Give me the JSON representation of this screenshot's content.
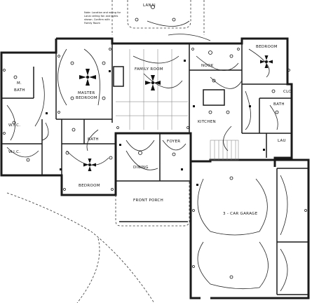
{
  "rooms": {
    "lanai": "LANAI",
    "bedroom_ne": "BEDROOM",
    "family_room": "FAMILY ROOM",
    "nook": "NOOK",
    "master_bedroom_1": "MASTER",
    "master_bedroom_2": "BEDROOM",
    "m_bath_1": "M.",
    "m_bath_2": "BATH",
    "wic_upper": "W.I.C.",
    "wic_lower": "W.I.C.",
    "kitchen": "KITCHEN",
    "bath_ne": "BATH",
    "clo": "CLO",
    "lau": "LAU",
    "foyer": "FOYER",
    "dining": "DINING",
    "bath_center": "BATH",
    "bedroom_sw": "BEDROOM",
    "front_porch": "FRONT PORCH",
    "garage": "3 - CAR GARAGE"
  },
  "note": [
    "Note: Location and wiring for",
    "Lanai ceiling fan and lights",
    "shown. Confirm with",
    "Family Room"
  ],
  "symbols": {
    "ceiling_fan": "ceiling-fan",
    "light": "light-fixture",
    "switch": "switch",
    "outlet": "outlet"
  }
}
